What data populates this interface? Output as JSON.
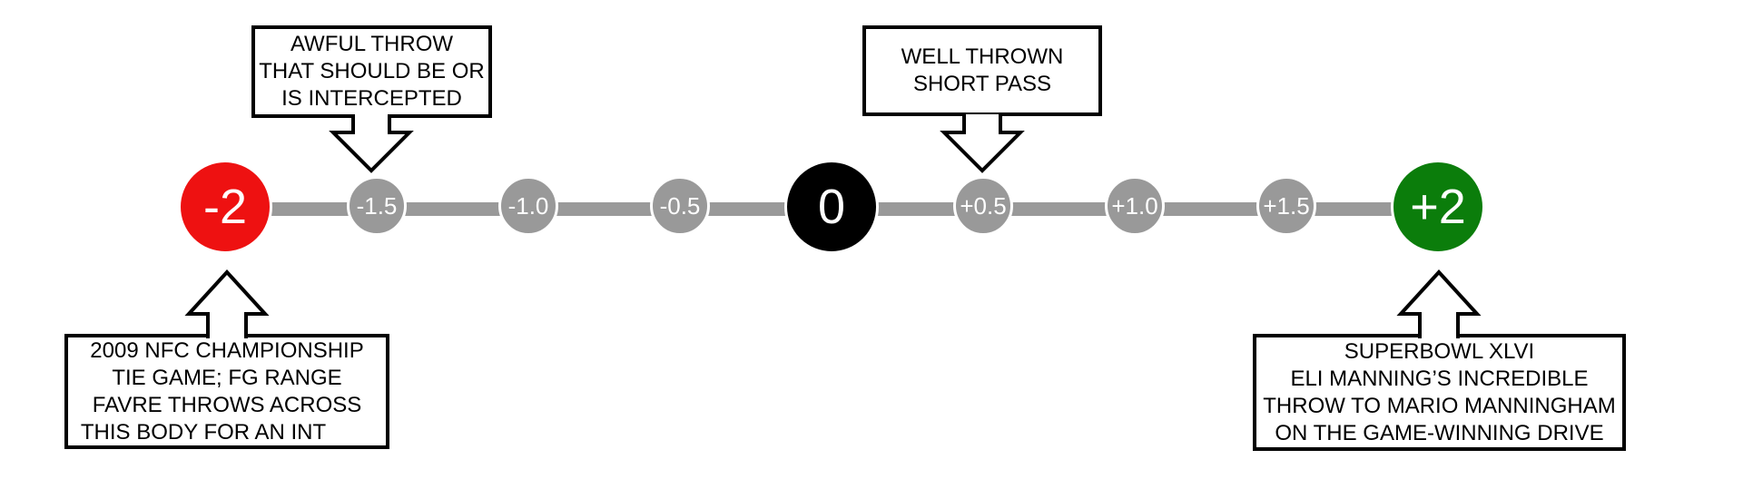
{
  "figure": {
    "background": "#ffffff",
    "description_colors": {
      "negative_end": "#ee1111",
      "neutral": "#000000",
      "positive_end": "#0b7d0b",
      "scale_gray": "#999999"
    }
  },
  "scale": {
    "line_color": "#999999",
    "points": [
      {
        "label": "-2",
        "type": "major",
        "color": "#ee1111",
        "text_color": "#ffffff"
      },
      {
        "label": "-1.5",
        "type": "minor",
        "color": "#999999",
        "text_color": "#ffffff"
      },
      {
        "label": "-1.0",
        "type": "minor",
        "color": "#999999",
        "text_color": "#ffffff"
      },
      {
        "label": "-0.5",
        "type": "minor",
        "color": "#999999",
        "text_color": "#ffffff"
      },
      {
        "label": "0",
        "type": "major",
        "color": "#000000",
        "text_color": "#ffffff"
      },
      {
        "label": "+0.5",
        "type": "minor",
        "color": "#999999",
        "text_color": "#ffffff"
      },
      {
        "label": "+1.0",
        "type": "minor",
        "color": "#999999",
        "text_color": "#ffffff"
      },
      {
        "label": "+1.5",
        "type": "minor",
        "color": "#999999",
        "text_color": "#ffffff"
      },
      {
        "label": "+2",
        "type": "major",
        "color": "#0b7d0b",
        "text_color": "#ffffff"
      }
    ]
  },
  "callouts": {
    "top_left": {
      "target": "-1.5",
      "lines": [
        "AWFUL THROW",
        "THAT SHOULD BE OR",
        "IS INTERCEPTED"
      ]
    },
    "top_right": {
      "target": "+0.5",
      "lines": [
        "WELL THROWN",
        "SHORT PASS"
      ]
    },
    "bottom_left": {
      "target": "-2",
      "lines": [
        "2009 NFC CHAMPIONSHIP",
        "TIE GAME; FG RANGE",
        "FAVRE THROWS ACROSS",
        "THIS BODY FOR AN INT"
      ]
    },
    "bottom_right": {
      "target": "+2",
      "lines": [
        "SUPERBOWL XLVI",
        "ELI MANNING’S INCREDIBLE",
        "THROW TO MARIO MANNINGHAM",
        "ON THE GAME-WINNING DRIVE"
      ]
    }
  }
}
